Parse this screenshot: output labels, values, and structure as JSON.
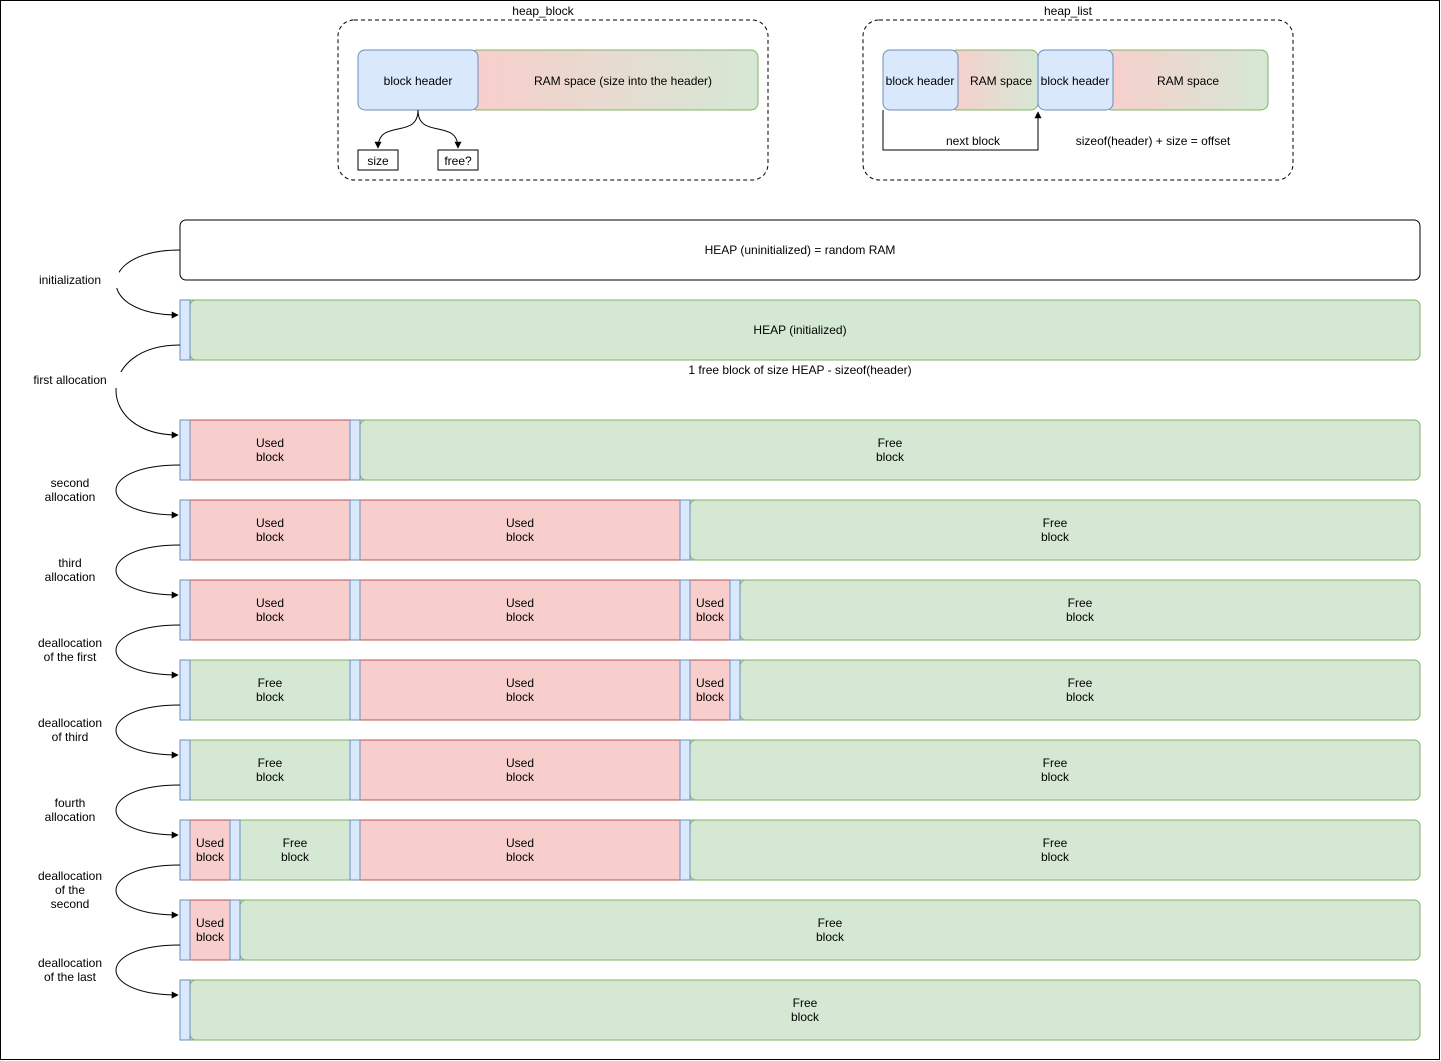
{
  "colors": {
    "header_fill": "#dae8fc",
    "header_stroke": "#6c8ebf",
    "used_fill": "#f8cecc",
    "used_stroke": "#b85450",
    "free_fill": "#d5e8d4",
    "free_stroke": "#82b366",
    "text": "#000000"
  },
  "heap_block": {
    "title": "heap_block",
    "header_label": "block header",
    "ram_label": "RAM space (size into the header)",
    "size_label": "size",
    "free_label": "free?"
  },
  "heap_list": {
    "title": "heap_list",
    "header1_label": "block header",
    "ram1_label": "RAM space",
    "header2_label": "block header",
    "ram2_label": "RAM space",
    "next_label": "next block",
    "formula": "sizeof(header) + size = offset"
  },
  "rows": [
    {
      "label": "HEAP (uninitialized) = random RAM",
      "kind": "raw",
      "note": ""
    },
    {
      "label": "HEAP (initialized)",
      "kind": "blocks",
      "note": "1 free block of size HEAP - sizeof(header)",
      "segments": [
        {
          "type": "free",
          "label": ""
        }
      ]
    },
    {
      "kind": "blocks",
      "segments": [
        {
          "type": "used",
          "label": "Used\nblock"
        },
        {
          "type": "free",
          "label": "Free\nblock"
        }
      ]
    },
    {
      "kind": "blocks",
      "segments": [
        {
          "type": "used",
          "label": "Used\nblock"
        },
        {
          "type": "used",
          "label": "Used\nblock"
        },
        {
          "type": "free",
          "label": "Free\nblock"
        }
      ]
    },
    {
      "kind": "blocks",
      "segments": [
        {
          "type": "used",
          "label": "Used\nblock"
        },
        {
          "type": "used",
          "label": "Used\nblock"
        },
        {
          "type": "used",
          "label": "Used\nblock"
        },
        {
          "type": "free",
          "label": "Free\nblock"
        }
      ]
    },
    {
      "kind": "blocks",
      "segments": [
        {
          "type": "free",
          "label": "Free\nblock"
        },
        {
          "type": "used",
          "label": "Used\nblock"
        },
        {
          "type": "used",
          "label": "Used\nblock"
        },
        {
          "type": "free",
          "label": "Free\nblock"
        }
      ]
    },
    {
      "kind": "blocks",
      "segments": [
        {
          "type": "free",
          "label": "Free\nblock"
        },
        {
          "type": "used",
          "label": "Used\nblock"
        },
        {
          "type": "free",
          "label": "Free\nblock"
        }
      ]
    },
    {
      "kind": "blocks",
      "segments": [
        {
          "type": "used",
          "label": "Used\nblock"
        },
        {
          "type": "free",
          "label": "Free\nblock"
        },
        {
          "type": "used",
          "label": "Used\nblock"
        },
        {
          "type": "free",
          "label": "Free\nblock"
        }
      ]
    },
    {
      "kind": "blocks",
      "segments": [
        {
          "type": "used",
          "label": "Used\nblock"
        },
        {
          "type": "free",
          "label": "Free\nblock"
        }
      ]
    },
    {
      "kind": "blocks",
      "segments": [
        {
          "type": "free",
          "label": "Free\nblock"
        }
      ]
    }
  ],
  "steps": [
    "initialization",
    "first allocation",
    "second\nallocation",
    "third\nallocation",
    "deallocation\nof the first",
    "deallocation\nof third",
    "fourth\nallocation",
    "deallocation\nof the\nsecond",
    "deallocation\nof the last"
  ]
}
